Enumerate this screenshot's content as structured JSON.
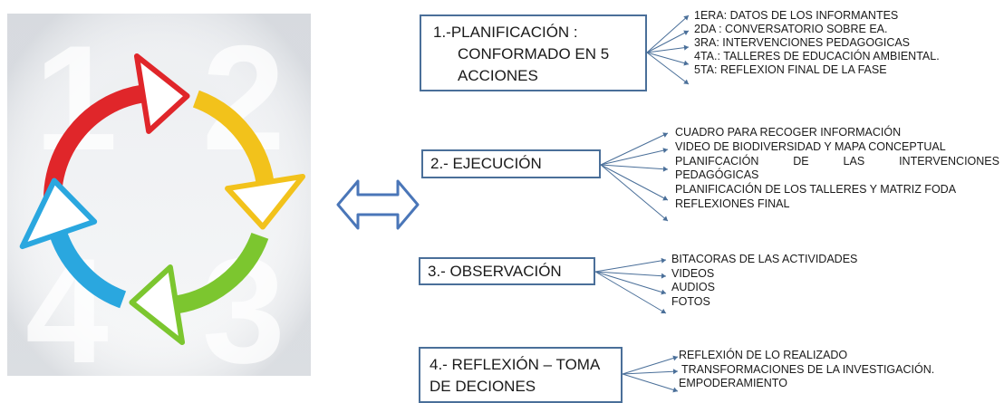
{
  "stages": [
    {
      "lines": [
        "1.-PLANIFICACIÓN :",
        "CONFORMADO EN 5",
        "ACCIONES"
      ],
      "items": [
        "1ERA: DATOS DE LOS INFORMANTES",
        "2DA : CONVERSATORIO SOBRE EA.",
        "3RA:  INTERVENCIONES PEDAGOGICAS",
        "4TA.:  TALLERES DE EDUCACIÓN AMBIENTAL.",
        "5TA: REFLEXION FINAL DE LA FASE"
      ]
    },
    {
      "lines": [
        "2.- EJECUCIÓN"
      ],
      "items": [
        "CUADRO PARA  RECOGER INFORMACIÓN",
        "VIDEO DE BIODIVERSIDAD Y MAPA CONCEPTUAL",
        "PLANIFCACIÓN DE LAS INTERVENCIONES PEDAGÓGICAS",
        "PLANIFICACIÓN DE LOS TALLERES Y MATRIZ FODA",
        "REFLEXIONES FINAL"
      ]
    },
    {
      "lines": [
        "3.- OBSERVACIÓN"
      ],
      "items": [
        "BITACORAS DE LAS ACTIVIDADES",
        "VIDEOS",
        "AUDIOS",
        "FOTOS"
      ]
    },
    {
      "lines": [
        "4.- REFLEXIÓN – TOMA",
        "DE DECIONES"
      ],
      "items": [
        "REFLEXIÓN DE LO REALIZADO",
        "TRANSFORMACIONES DE LA INVESTIGACIÓN.",
        "EMPODERAMIENTO"
      ]
    }
  ],
  "cycle_numbers": [
    "1",
    "2",
    "3",
    "4"
  ],
  "colors": {
    "box_border": "#4a6f99",
    "connector": "#4a6f99",
    "arrow_red": "#e0262a",
    "arrow_yellow": "#f2c21b",
    "arrow_green": "#7cc62f",
    "arrow_blue": "#2aa7df",
    "double_arrow": "#4a76b8"
  }
}
